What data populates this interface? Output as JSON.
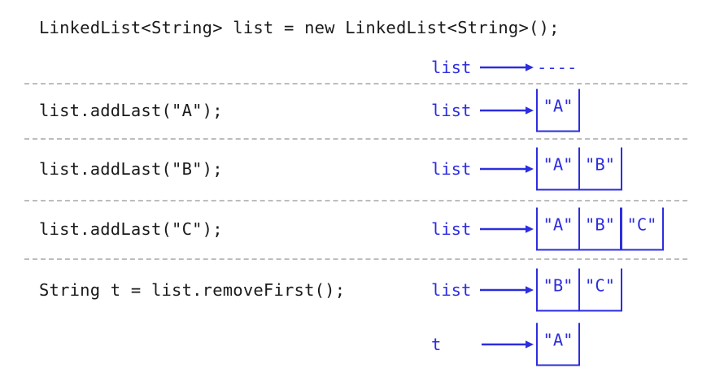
{
  "figure": {
    "title_line": "LinkedList<String> list = new LinkedList<String>();",
    "accent_color": "#2d2de0",
    "code_color": "#1a1a1a",
    "separator_color": "#bdbdbd",
    "arrow_icon": "right-arrow-icon",
    "null_marker": "----"
  },
  "rows": [
    {
      "code": "",
      "var": "list",
      "null_marker": "----",
      "cells": []
    },
    {
      "code": "list.addLast(\"A\");",
      "var": "list",
      "cells": [
        "\"A\""
      ]
    },
    {
      "code": "list.addLast(\"B\");",
      "var": "list",
      "cells": [
        "\"A\"",
        "\"B\""
      ]
    },
    {
      "code": "list.addLast(\"C\");",
      "var": "list",
      "cells": [
        "\"A\"",
        "\"B\"",
        "\"C\""
      ]
    },
    {
      "code": "String t = list.removeFirst();",
      "var": "list",
      "cells": [
        "\"B\"",
        "\"C\""
      ]
    },
    {
      "code": "",
      "var": "t",
      "cells": [
        "\"A\""
      ]
    }
  ]
}
